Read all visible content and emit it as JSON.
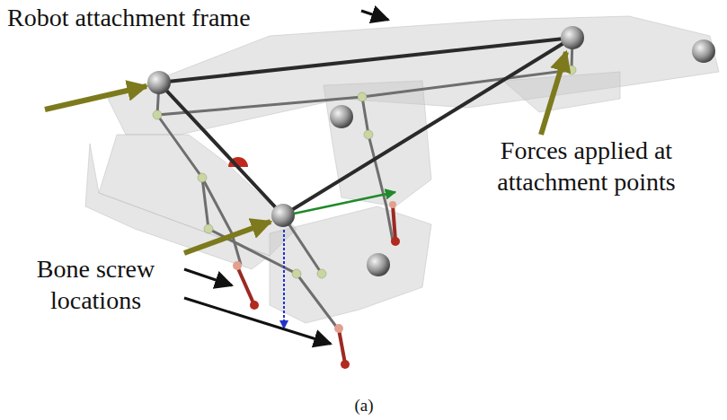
{
  "diagram": {
    "caption": "(a)",
    "labels": [
      "Robot attachment frame",
      "Forces applied at attachment points",
      "Bone screw locations"
    ]
  }
}
